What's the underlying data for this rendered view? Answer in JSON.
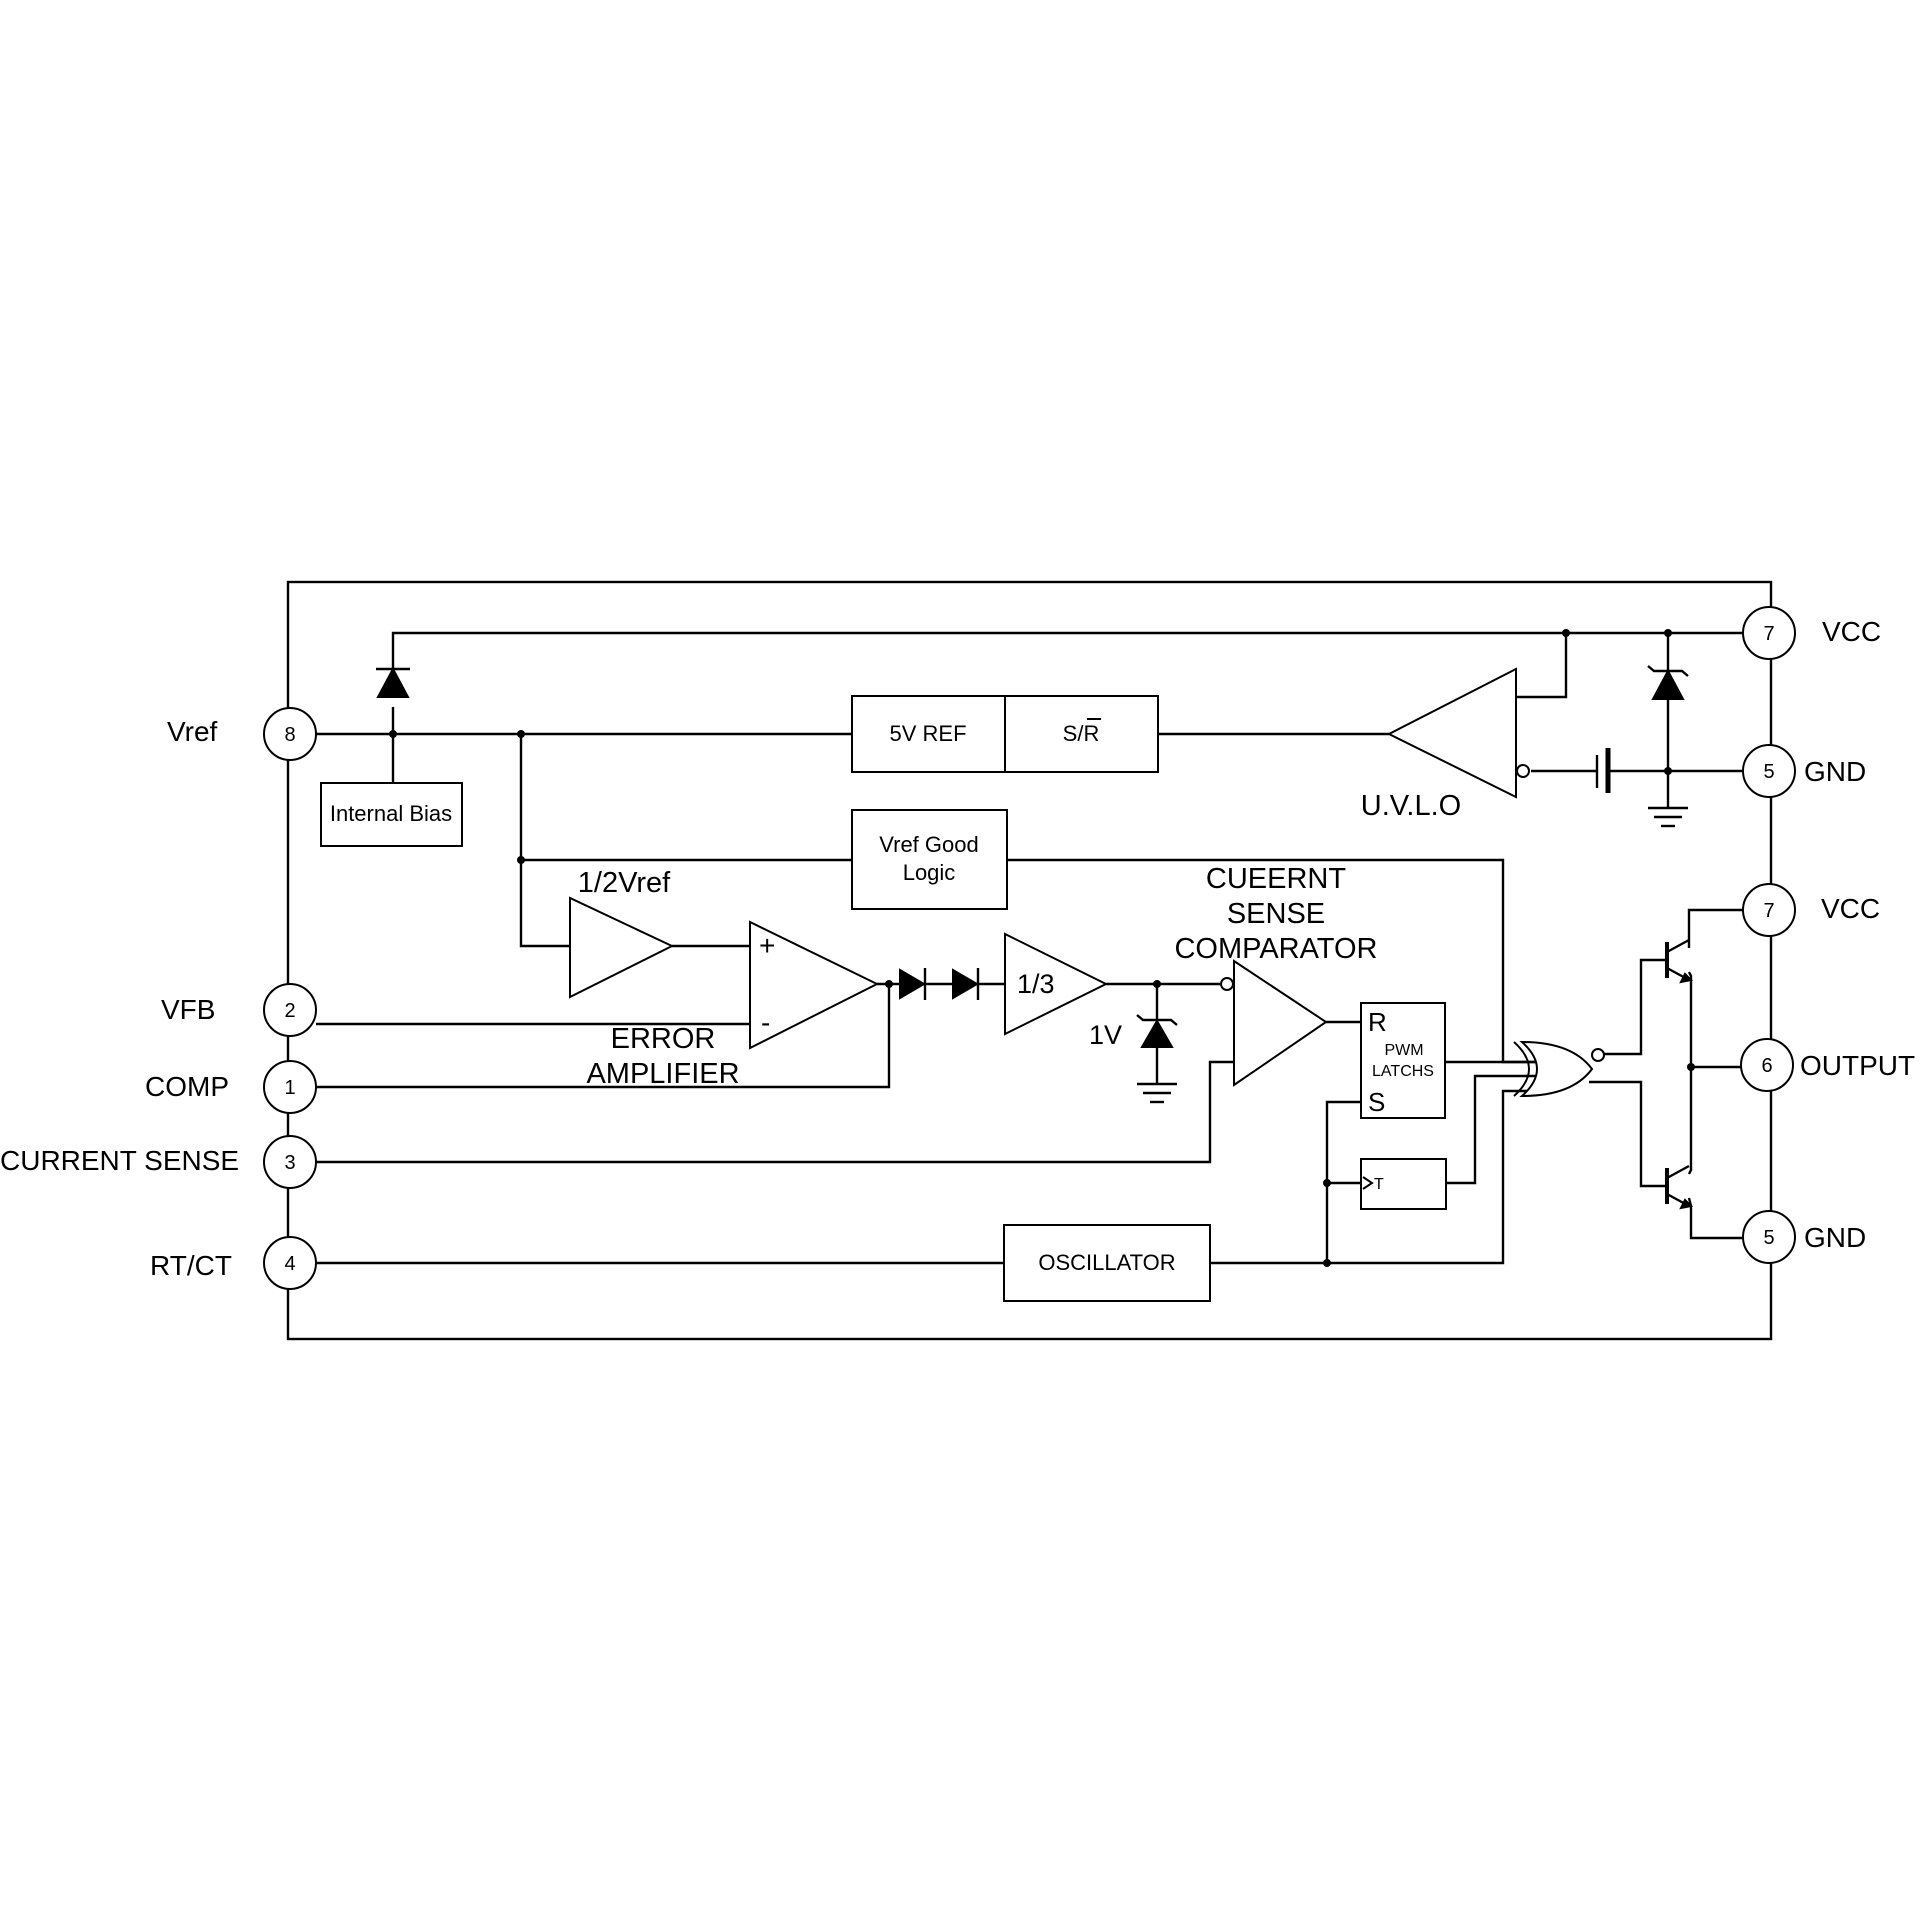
{
  "pins": {
    "vref": {
      "number": "8",
      "label": "Vref"
    },
    "vfb": {
      "number": "2",
      "label": "VFB"
    },
    "comp": {
      "number": "1",
      "label": "COMP"
    },
    "current_sense": {
      "number": "3",
      "label": "CURRENT SENSE"
    },
    "rt_ct": {
      "number": "4",
      "label": "RT/CT"
    },
    "vcc_top": {
      "number": "7",
      "label": "VCC"
    },
    "gnd_top": {
      "number": "5",
      "label": "GND"
    },
    "vcc_out": {
      "number": "7",
      "label": "VCC"
    },
    "output": {
      "number": "6",
      "label": "OUTPUT"
    },
    "gnd_bottom": {
      "number": "5",
      "label": "GND"
    }
  },
  "blocks": {
    "internal_bias": "Internal Bias",
    "ref_5v": "5V REF",
    "s_r_prefix": "S/",
    "s_r_bar": "R",
    "uvlo": "U.V.L.O",
    "vref_good_line1": "Vref Good",
    "vref_good_line2": "Logic",
    "half_vref": "1/2Vref",
    "error_amp_line1": "ERROR",
    "error_amp_line2": "AMPLIFIER",
    "plus": "+",
    "minus": "-",
    "one_third": "1/3",
    "one_volt": "1V",
    "cs_comp_line1": "CUEERNT",
    "cs_comp_line2": "SENSE",
    "cs_comp_line3": "COMPARATOR",
    "latch_r": "R",
    "latch_pwm": "PWM",
    "latch_latchs": "LATCHS",
    "latch_s": "S",
    "toggle_t": "T",
    "oscillator": "OSCILLATOR"
  }
}
